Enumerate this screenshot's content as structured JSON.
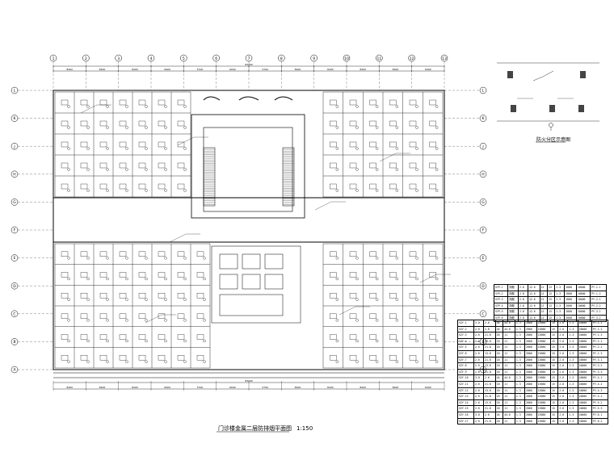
{
  "drawing": {
    "title": "门诊楼金属二层防排烟平面图",
    "scale": "1:150",
    "smoke_zone_caption": "防火分区示意图",
    "dimension_labels": [
      "8400",
      "8400",
      "8400",
      "8400",
      "5700",
      "6000",
      "5700",
      "8400",
      "8400",
      "8400",
      "8400"
    ],
    "overall_dimension": "83400",
    "axis_numbers": [
      "1",
      "2",
      "3",
      "4",
      "5",
      "6",
      "7",
      "8",
      "9",
      "10",
      "11",
      "12",
      "13"
    ],
    "axis_letters": [
      "L",
      "K",
      "J",
      "H",
      "G",
      "F",
      "E",
      "D",
      "C",
      "B",
      "A"
    ]
  },
  "table_top": {
    "rows": [
      [
        "SYP-1",
        "排烟",
        "2.8",
        "12.6",
        "12",
        "13",
        "1.3",
        "2800",
        "10000",
        "PY-1-1"
      ],
      [
        "SYP-2",
        "排烟",
        "2.8",
        "12.6",
        "12",
        "13",
        "1.3",
        "2800",
        "10000",
        "PY-1-2"
      ],
      [
        "SYP-3",
        "排烟",
        "2.8",
        "12.6",
        "12",
        "13",
        "1.3",
        "2800",
        "10000",
        "PY-2-1"
      ],
      [
        "SYP-4",
        "排烟",
        "2.8",
        "12.6",
        "12",
        "13",
        "1.3",
        "2800",
        "10000",
        "PY-2-2"
      ],
      [
        "SYP-5",
        "排烟",
        "2.8",
        "12.6",
        "12",
        "13",
        "1.3",
        "2800",
        "10000",
        "PY-3-1"
      ],
      [
        "SYP-6",
        "排烟",
        "2.8",
        "12.6",
        "12",
        "13",
        "1.3",
        "2800",
        "10000",
        "PY-3-2"
      ]
    ]
  },
  "table_bottom": {
    "rows": [
      [
        "SZY-1",
        "3.8",
        "2.6",
        "44",
        "44.6",
        "1.3",
        "2800",
        "13680",
        "15",
        "2.6",
        "1.3",
        "10000",
        "PY-1-1"
      ],
      [
        "SZY-2",
        "2.6",
        "2.8",
        "44",
        "44.6",
        "1.3",
        "2800",
        "13680",
        "15",
        "2.6",
        "1.3",
        "10000",
        "PY-1-2"
      ],
      [
        "SZY-3",
        "2.6",
        "21.8",
        "18",
        "11",
        "1.3",
        "2800",
        "13680",
        "15",
        "2.6",
        "1.3",
        "10000",
        "PY-1-3"
      ],
      [
        "SZY-4",
        "2.6",
        "13.8",
        "18",
        "11",
        "1.3",
        "2800",
        "13680",
        "15",
        "2.6",
        "1.3",
        "10000",
        "PY-2-1"
      ],
      [
        "SZY-5",
        "2.6",
        "21.8",
        "18",
        "11",
        "1.3",
        "2800",
        "13680",
        "15",
        "2.6",
        "1.3",
        "10000",
        "PY-2-2"
      ],
      [
        "SZY-6",
        "2.6",
        "13.8",
        "18",
        "11",
        "1.3",
        "2800",
        "13680",
        "15",
        "2.6",
        "1.3",
        "10000",
        "PY-2-3"
      ],
      [
        "SZY-7",
        "2.6",
        "21.8",
        "18",
        "11",
        "1.3",
        "2800",
        "13680",
        "15",
        "2.6",
        "1.3",
        "10000",
        "PY-3-1"
      ],
      [
        "SZY-8",
        "2.6",
        "13.8",
        "18",
        "11",
        "1.3",
        "2800",
        "13680",
        "15",
        "2.6",
        "1.3",
        "10000",
        "PY-3-2"
      ],
      [
        "SZY-9",
        "2.6",
        "21.8",
        "18",
        "11",
        "1.3",
        "2800",
        "13680",
        "15",
        "2.6",
        "1.3",
        "10000",
        "PY-3-3"
      ],
      [
        "SZY-10",
        "3.8",
        "2.6",
        "44",
        "44.6",
        "1.3",
        "2800",
        "13680",
        "15",
        "2.6",
        "1.3",
        "10000",
        "PY-4-1"
      ],
      [
        "SZY-11",
        "2.6",
        "21.8",
        "18",
        "11",
        "1.3",
        "2800",
        "13680",
        "15",
        "2.6",
        "1.3",
        "10000",
        "PY-4-2"
      ],
      [
        "SZY-12",
        "2.6",
        "13.8",
        "18",
        "11",
        "1.3",
        "2800",
        "13680",
        "15",
        "2.6",
        "1.3",
        "10000",
        "PY-4-3"
      ],
      [
        "SZY-13",
        "2.6",
        "21.8",
        "18",
        "11",
        "1.3",
        "2800",
        "13680",
        "15",
        "2.6",
        "1.3",
        "10000",
        "PY-5-1"
      ],
      [
        "SZY-14",
        "2.6",
        "13.8",
        "18",
        "11",
        "1.3",
        "2800",
        "13680",
        "15",
        "2.6",
        "1.3",
        "10000",
        "PY-5-2"
      ],
      [
        "SZY-15",
        "2.6",
        "21.8",
        "18",
        "11",
        "1.3",
        "2800",
        "13680",
        "15",
        "2.6",
        "1.3",
        "10000",
        "PY-5-3"
      ],
      [
        "SZY-16",
        "3.8",
        "2.6",
        "44",
        "44.6",
        "1.3",
        "2800",
        "13680",
        "15",
        "2.6",
        "1.3",
        "10000",
        "PY-6-1"
      ],
      [
        "SZY-17",
        "2.6",
        "21.8",
        "18",
        "11",
        "1.3",
        "2800",
        "13680",
        "15",
        "2.6",
        "1.3",
        "10000",
        "PY-6-2"
      ]
    ]
  },
  "colors": {
    "ink": "#000000",
    "paper": "#ffffff"
  }
}
